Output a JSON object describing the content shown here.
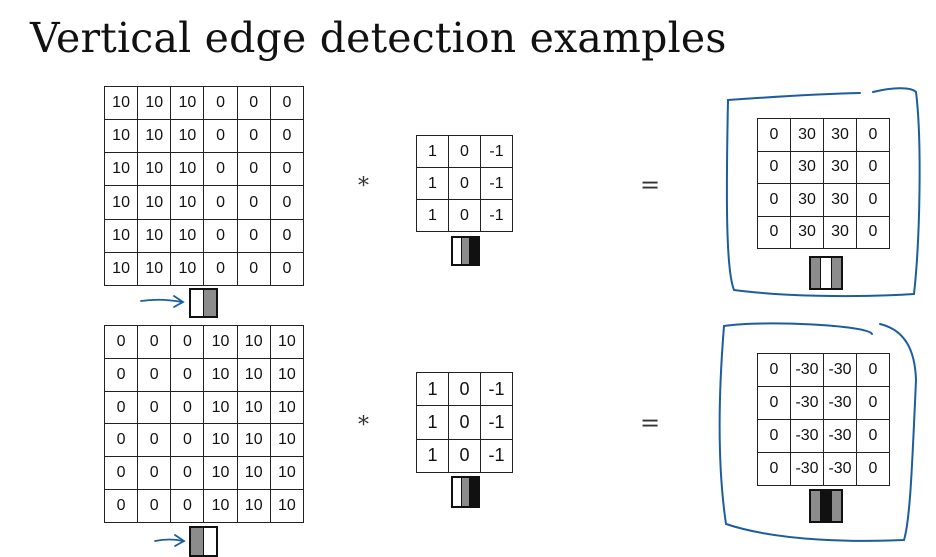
{
  "title": "Vertical edge detection examples",
  "operators": {
    "convolve": "*",
    "equals": "="
  },
  "colors": {
    "annotation": "#1c5d9e",
    "gray": "#8c8c8c",
    "black": "#111111",
    "white": "#ffffff"
  },
  "example1": {
    "input": [
      [
        "10",
        "10",
        "10",
        "0",
        "0",
        "0"
      ],
      [
        "10",
        "10",
        "10",
        "0",
        "0",
        "0"
      ],
      [
        "10",
        "10",
        "10",
        "0",
        "0",
        "0"
      ],
      [
        "10",
        "10",
        "10",
        "0",
        "0",
        "0"
      ],
      [
        "10",
        "10",
        "10",
        "0",
        "0",
        "0"
      ],
      [
        "10",
        "10",
        "10",
        "0",
        "0",
        "0"
      ]
    ],
    "filter": [
      [
        "1",
        "0",
        "-1"
      ],
      [
        "1",
        "0",
        "-1"
      ],
      [
        "1",
        "0",
        "-1"
      ]
    ],
    "output": [
      [
        "0",
        "30",
        "30",
        "0"
      ],
      [
        "0",
        "30",
        "30",
        "0"
      ],
      [
        "0",
        "30",
        "30",
        "0"
      ],
      [
        "0",
        "30",
        "30",
        "0"
      ]
    ],
    "input_icon": [
      "white",
      "gray"
    ],
    "filter_icon": [
      "white",
      "gray",
      "black"
    ],
    "output_icon": [
      "gray",
      "white",
      "gray"
    ]
  },
  "example2": {
    "input": [
      [
        "0",
        "0",
        "0",
        "10",
        "10",
        "10"
      ],
      [
        "0",
        "0",
        "0",
        "10",
        "10",
        "10"
      ],
      [
        "0",
        "0",
        "0",
        "10",
        "10",
        "10"
      ],
      [
        "0",
        "0",
        "0",
        "10",
        "10",
        "10"
      ],
      [
        "0",
        "0",
        "0",
        "10",
        "10",
        "10"
      ],
      [
        "0",
        "0",
        "0",
        "10",
        "10",
        "10"
      ]
    ],
    "filter": [
      [
        "1",
        "0",
        "-1"
      ],
      [
        "1",
        "0",
        "-1"
      ],
      [
        "1",
        "0",
        "-1"
      ]
    ],
    "output": [
      [
        "0",
        "-30",
        "-30",
        "0"
      ],
      [
        "0",
        "-30",
        "-30",
        "0"
      ],
      [
        "0",
        "-30",
        "-30",
        "0"
      ],
      [
        "0",
        "-30",
        "-30",
        "0"
      ]
    ],
    "input_icon": [
      "gray",
      "white"
    ],
    "filter_icon": [
      "white",
      "gray",
      "black"
    ],
    "output_icon": [
      "gray",
      "black",
      "gray"
    ]
  }
}
